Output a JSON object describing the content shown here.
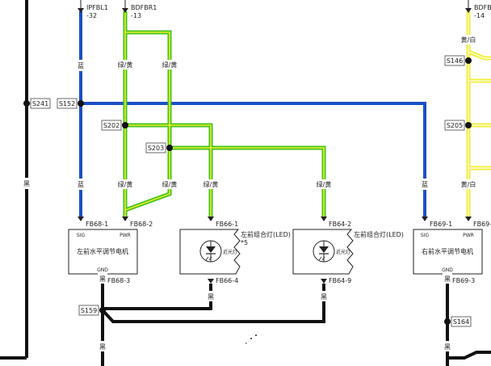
{
  "colors": {
    "blue_wire": "#1c4fc6",
    "green_yellow_wire": "#44c31a",
    "green_yellow_stripe": "#e8ee30",
    "yellow_white_wire": "#f2ee3a",
    "black_wire": "#111111"
  },
  "power_sources": [
    {
      "name": "IPFBL1",
      "pin": "-32"
    },
    {
      "name": "BDFBR1",
      "pin": "-13"
    },
    {
      "name": "BDFB",
      "pin": "-14"
    }
  ],
  "wire_colors": {
    "blue": "蓝",
    "green_yellow": "绿/黄",
    "black": "黑",
    "yellow_white": "黄/白"
  },
  "splices": [
    "S241",
    "S152",
    "S202",
    "S203",
    "S146",
    "S205",
    "S159",
    "S164"
  ],
  "connectors": {
    "fb68_1": "FB68-1",
    "fb68_2": "FB68-2",
    "fb66_1": "FB66-1",
    "fb64_2": "FB64-2",
    "fb69_1": "FB69-1",
    "fb69_cut": "FB69-",
    "fb68_3": "FB68-3",
    "fb66_4": "FB66-4",
    "fb64_9": "FB64-9",
    "fb69_3": "FB69-3"
  },
  "components": {
    "left_motor": {
      "title": "左前水平调节电机",
      "sig": "SIG",
      "pwr": "PWR",
      "gnd": "GND"
    },
    "left_lamp": {
      "title": "左前组合灯(LED)",
      "note": "*5",
      "bulb": "近光灯"
    },
    "right_lamp": {
      "title": "左前组合灯(LED)",
      "bulb": "近光灯"
    },
    "right_motor": {
      "title": "右前水平调节电机",
      "sig": "SIG",
      "pwr": "PWR",
      "gnd": "GND"
    }
  }
}
